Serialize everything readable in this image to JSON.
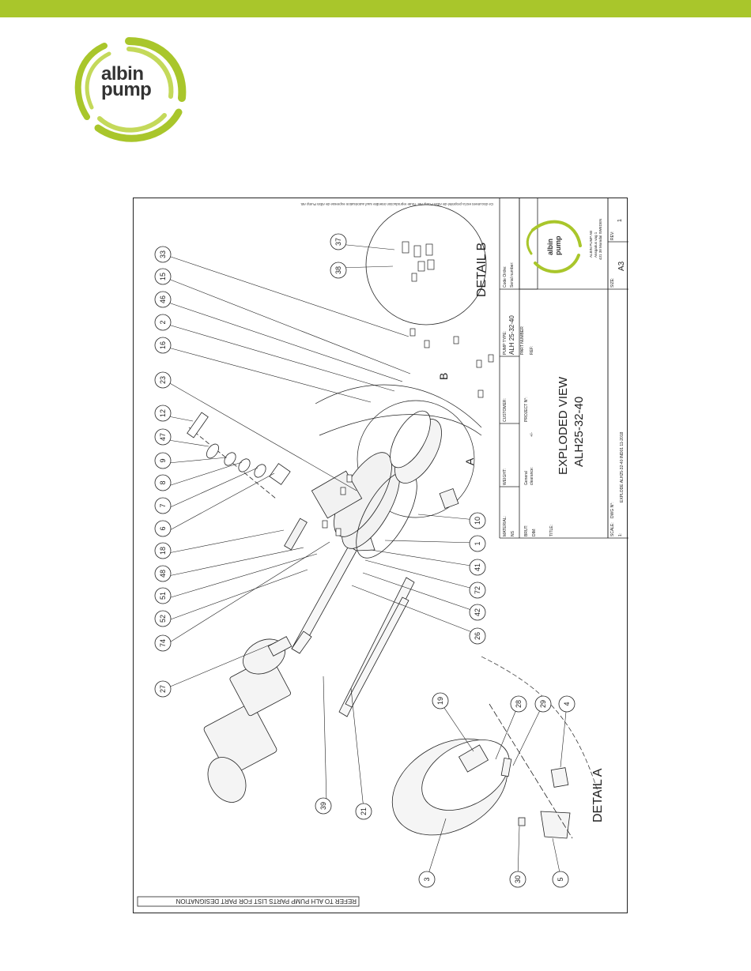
{
  "brand": {
    "name_line1": "albin",
    "name_line2": "pump",
    "color": "#a9c62b"
  },
  "drawing": {
    "copyright_note": "Ce document est la propriété de Albin Pump AB. Toute reproduction interdite sauf autorisation expresse de Albin Pump AB.",
    "parts_note": "REFER TO ALH PUMP PARTS LIST FOR PART DESIGNATION",
    "detail_a": "DETAIL A",
    "detail_b": "DETAIL B",
    "marker_a": "A",
    "marker_b": "B",
    "balloons": [
      "33",
      "15",
      "46",
      "2",
      "16",
      "23",
      "12",
      "47",
      "9",
      "8",
      "7",
      "6",
      "18",
      "48",
      "51",
      "52",
      "74",
      "27",
      "37",
      "38",
      "10",
      "1",
      "41",
      "72",
      "42",
      "26",
      "39",
      "21",
      "19",
      "28",
      "29",
      "4",
      "3",
      "30",
      "5"
    ]
  },
  "title_block": {
    "material_label": "MATERIAL:",
    "ns_label": "NS",
    "brut_label": "BRUT:",
    "dim_label": "DIM:",
    "weight_label": "WEIGHT:",
    "general_label": "General",
    "clearance_label": "clearance:",
    "tolerance": "+/-",
    "customer_label": "CUSTOMER:",
    "project_label": "PROJECT N°:",
    "pump_type_label": "PUMP TYPE:",
    "pump_type_value": "ALH 25-32-40",
    "part_number_label": "PART NUMBER",
    "ref_label": "REF:",
    "code_label": "Code Ordre:",
    "serial_label": "Serial number:",
    "title_label": "TITLE:",
    "title_line1": "EXPLODED VIEW",
    "title_line2": "ALH25-32-40",
    "scale_label": "SCALE:",
    "scale_value": "1:",
    "dwg_label": "DWG N°:",
    "dwg_value": "EXPLODE ALH25-32-40 IND01 11-2018",
    "size_label": "SIZE:",
    "size_value": "A3",
    "rev_label": "REV:",
    "rev_value": "1",
    "company": "ALBIN PUMP AB",
    "address1": "Ansgarius vag 1",
    "address2": "431 38 Morndal SWEDEN",
    "logo_line1": "albin",
    "logo_line2": "pump"
  }
}
